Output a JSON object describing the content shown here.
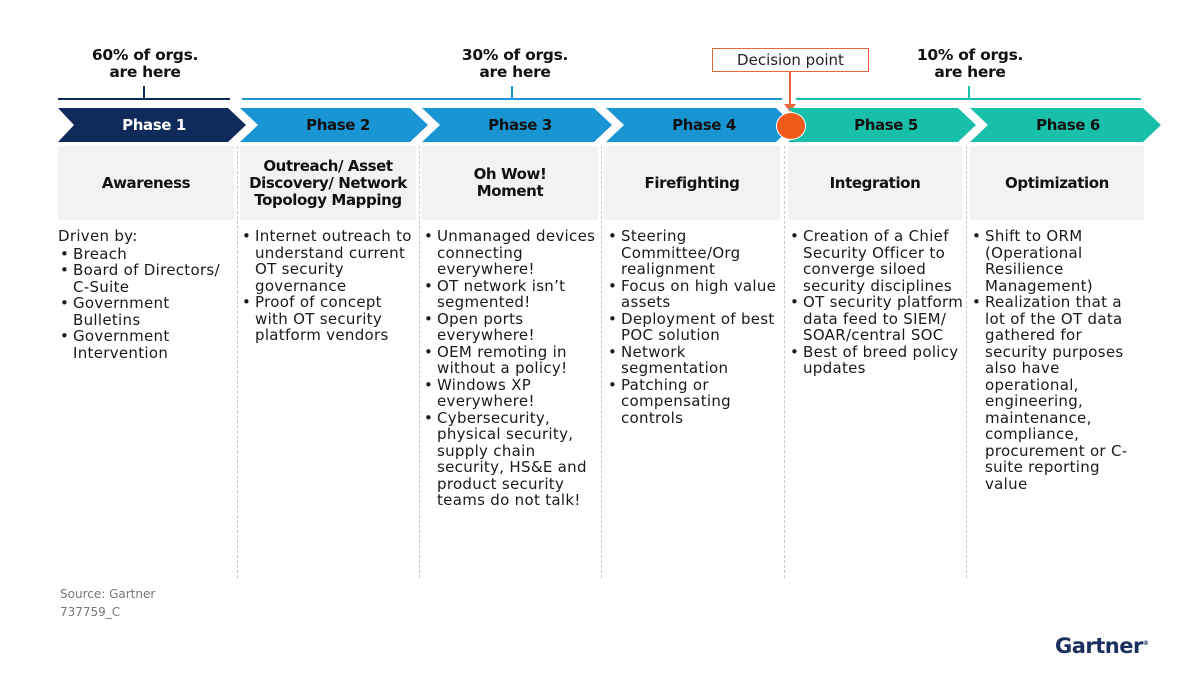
{
  "callouts": [
    {
      "line1": "60% of orgs.",
      "line2": "are here"
    },
    {
      "line1": "30% of orgs.",
      "line2": "are here"
    },
    {
      "line1": "10% of orgs.",
      "line2": "are here"
    }
  ],
  "decision_point": "Decision point",
  "colors": {
    "phase1": "#0e2b5c",
    "phase2_4": "#1a95d3",
    "phase5_6": "#18bfa9",
    "decision": "#f05a1a",
    "header_bg": "#f2f2f2"
  },
  "phases": [
    {
      "label": "Phase 1",
      "title": "Awareness",
      "intro": "Driven by:",
      "bullets": [
        "Breach",
        "Board of Directors/ C-Suite",
        "Government Bulletins",
        "Government Intervention"
      ]
    },
    {
      "label": "Phase 2",
      "title": "Outreach/ Asset Discovery/ Network Topology Mapping",
      "bullets": [
        "Internet outreach to understand current OT security governance",
        "Proof of concept with OT security platform vendors"
      ]
    },
    {
      "label": "Phase 3",
      "title": "Oh Wow! Moment",
      "bullets": [
        "Unmanaged devices connecting everywhere!",
        "OT network isn’t segmented!",
        "Open ports everywhere!",
        "OEM remoting in without a policy!",
        "Windows XP everywhere!",
        "Cybersecurity, physical security, supply chain security, HS&E and product security teams do not talk!"
      ]
    },
    {
      "label": "Phase 4",
      "title": "Firefighting",
      "bullets": [
        "Steering Committee/Org realignment",
        "Focus on high value assets",
        "Deployment of best POC solution",
        "Network segmentation",
        "Patching or compensating controls"
      ]
    },
    {
      "label": "Phase 5",
      "title": "Integration",
      "bullets": [
        "Creation of a Chief Security Officer to converge siloed security disciplines",
        "OT security platform data feed to SIEM/ SOAR/central SOC",
        "Best of breed policy updates"
      ]
    },
    {
      "label": "Phase 6",
      "title": "Optimization",
      "bullets": [
        "Shift to ORM (Operational Resilience Management)",
        "Realization that a lot of the OT data gathered for security purposes also have operational, engineering, maintenance, compliance, procurement or C-suite reporting value"
      ]
    }
  ],
  "footer": {
    "source": "Source: Gartner",
    "id": "737759_C",
    "logo": "Gartner"
  }
}
